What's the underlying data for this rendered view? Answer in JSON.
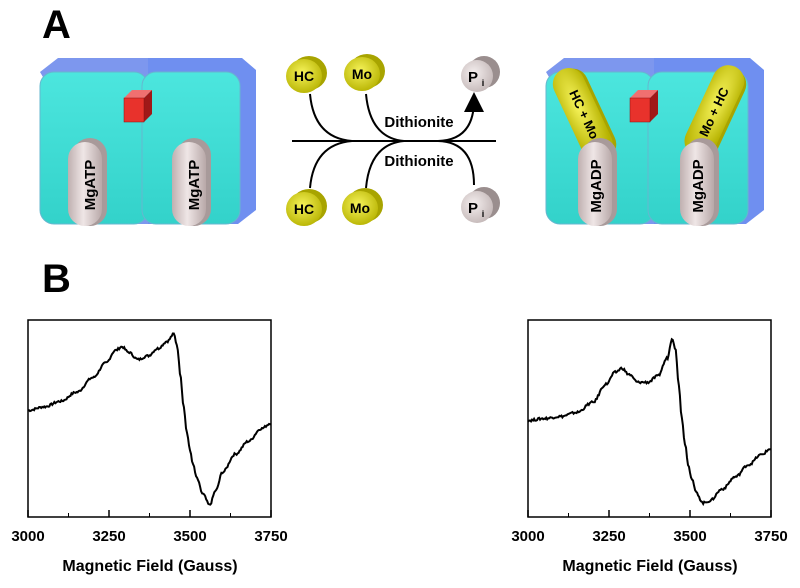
{
  "panel_a": {
    "label": "A",
    "left_protein": {
      "pill_left": "MgATP",
      "pill_right": "MgATP"
    },
    "right_protein": {
      "pill_left": "MgADP",
      "pill_right": "MgADP",
      "band_left": "HC + Mo",
      "band_right": "Mo + HC"
    },
    "reagents": {
      "hc": "HC",
      "mo": "Mo",
      "pi_main": "P",
      "pi_sub": "i"
    },
    "arrow_labels": {
      "top": "Dithionite",
      "bottom": "Dithionite"
    },
    "colors": {
      "protein": "#3fe0d8",
      "protein_back": "#6f8ff0",
      "cube": "#e8322c",
      "pill": "#d9c8c8",
      "yellow": "#d8d400"
    }
  },
  "panel_b": {
    "label": "B",
    "xlabel": "Magnetic Field (Gauss)"
  },
  "chart_data": [
    {
      "type": "line",
      "xlim": [
        3000,
        3750
      ],
      "xticks": [
        3000,
        3250,
        3500,
        3750
      ],
      "xlabel": "Magnetic Field (Gauss)",
      "grid": false,
      "y_axis_labels": false,
      "series": [
        {
          "x": [
            3000,
            3050,
            3100,
            3150,
            3200,
            3240,
            3270,
            3290,
            3310,
            3340,
            3370,
            3400,
            3430,
            3450,
            3460,
            3470,
            3480,
            3490,
            3500,
            3510,
            3520,
            3540,
            3560,
            3580,
            3600,
            3640,
            3680,
            3720,
            3750
          ],
          "y": [
            0.52,
            0.54,
            0.57,
            0.62,
            0.7,
            0.78,
            0.85,
            0.87,
            0.84,
            0.8,
            0.82,
            0.86,
            0.9,
            0.94,
            0.88,
            0.72,
            0.55,
            0.4,
            0.3,
            0.22,
            0.15,
            0.06,
            0.0,
            0.08,
            0.18,
            0.28,
            0.35,
            0.42,
            0.45
          ]
        }
      ]
    },
    {
      "type": "line",
      "xlim": [
        3000,
        3750
      ],
      "xticks": [
        3000,
        3250,
        3500,
        3750
      ],
      "xlabel": "Magnetic Field (Gauss)",
      "grid": false,
      "y_axis_labels": false,
      "series": [
        {
          "x": [
            3000,
            3050,
            3100,
            3150,
            3200,
            3240,
            3270,
            3290,
            3310,
            3340,
            3370,
            3400,
            3430,
            3445,
            3455,
            3465,
            3475,
            3485,
            3495,
            3505,
            3520,
            3540,
            3560,
            3600,
            3640,
            3680,
            3720,
            3750
          ],
          "y": [
            0.44,
            0.45,
            0.46,
            0.48,
            0.53,
            0.62,
            0.68,
            0.7,
            0.67,
            0.63,
            0.63,
            0.66,
            0.75,
            0.85,
            0.8,
            0.62,
            0.45,
            0.32,
            0.22,
            0.15,
            0.08,
            0.03,
            0.04,
            0.1,
            0.16,
            0.22,
            0.27,
            0.3
          ]
        }
      ]
    }
  ]
}
